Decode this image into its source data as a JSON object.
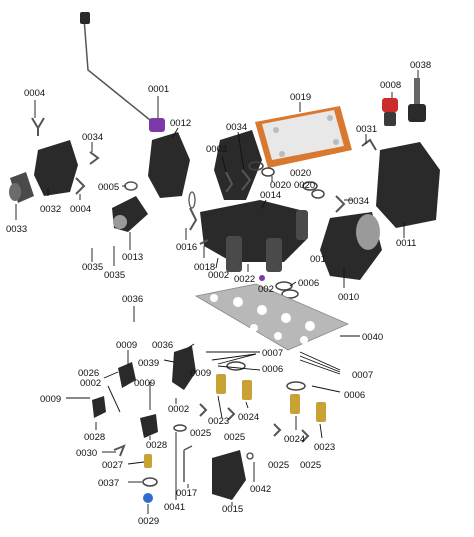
{
  "diagram": {
    "labels": [
      {
        "id": "p0004_top",
        "text": "0004"
      },
      {
        "id": "p0001",
        "text": "0001"
      },
      {
        "id": "p0012",
        "text": "0012"
      },
      {
        "id": "p0034_left",
        "text": "0034"
      },
      {
        "id": "p0005",
        "text": "0005"
      },
      {
        "id": "p0032",
        "text": "0032"
      },
      {
        "id": "p0004_mid",
        "text": "0004"
      },
      {
        "id": "p0033",
        "text": "0033"
      },
      {
        "id": "p0013",
        "text": "0013"
      },
      {
        "id": "p0035_a",
        "text": "0035"
      },
      {
        "id": "p0035_b",
        "text": "0035"
      },
      {
        "id": "p0003",
        "text": "0003"
      },
      {
        "id": "p0034_mid",
        "text": "0034"
      },
      {
        "id": "p0016",
        "text": "0016"
      },
      {
        "id": "p0018",
        "text": "0018"
      },
      {
        "id": "p0002_top",
        "text": "0002"
      },
      {
        "id": "p0014",
        "text": "0014"
      },
      {
        "id": "p0022",
        "text": "0022"
      },
      {
        "id": "p002_trunc",
        "text": "002"
      },
      {
        "id": "p0019",
        "text": "0019"
      },
      {
        "id": "p0020_a",
        "text": "0020"
      },
      {
        "id": "p0020_b",
        "text": "0020"
      },
      {
        "id": "p0020_c",
        "text": "0020"
      },
      {
        "id": "p0031",
        "text": "0031"
      },
      {
        "id": "p0008",
        "text": "0008"
      },
      {
        "id": "p0038",
        "text": "0038"
      },
      {
        "id": "p0034_right",
        "text": "0034"
      },
      {
        "id": "p0011",
        "text": "0011"
      },
      {
        "id": "p001_trunc",
        "text": "001"
      },
      {
        "id": "p0006_top",
        "text": "0006"
      },
      {
        "id": "p0010",
        "text": "0010"
      },
      {
        "id": "p0040",
        "text": "0040"
      },
      {
        "id": "p0036_top",
        "text": "0036"
      },
      {
        "id": "p0036_mid",
        "text": "0036"
      },
      {
        "id": "p0009_a",
        "text": "0009"
      },
      {
        "id": "p0039",
        "text": "0039"
      },
      {
        "id": "p0026",
        "text": "0026"
      },
      {
        "id": "p0002_mid",
        "text": "0002"
      },
      {
        "id": "p0009_b",
        "text": "0009"
      },
      {
        "id": "p0009_left",
        "text": "0009"
      },
      {
        "id": "p0028_a",
        "text": "0028"
      },
      {
        "id": "p0028_b",
        "text": "0028"
      },
      {
        "id": "p0002_low",
        "text": "0002"
      },
      {
        "id": "p0030",
        "text": "0030"
      },
      {
        "id": "p0027",
        "text": "0027"
      },
      {
        "id": "p0037",
        "text": "0037"
      },
      {
        "id": "p0029",
        "text": "0029"
      },
      {
        "id": "p0041",
        "text": "0041"
      },
      {
        "id": "p0017",
        "text": "0017"
      },
      {
        "id": "p0015",
        "text": "0015"
      },
      {
        "id": "p0042",
        "text": "0042"
      },
      {
        "id": "p0007_a",
        "text": "0007"
      },
      {
        "id": "p0007_b",
        "text": "0007"
      },
      {
        "id": "p0006_mid",
        "text": "0006"
      },
      {
        "id": "p0006_right",
        "text": "0006"
      },
      {
        "id": "p0009_c",
        "text": "0009"
      },
      {
        "id": "p0023_a",
        "text": "0023"
      },
      {
        "id": "p0024_a",
        "text": "0024"
      },
      {
        "id": "p0025_a",
        "text": "0025"
      },
      {
        "id": "p0025_b",
        "text": "0025"
      },
      {
        "id": "p0024_b",
        "text": "0024"
      },
      {
        "id": "p0023_b",
        "text": "0023"
      },
      {
        "id": "p0025_c",
        "text": "0025"
      },
      {
        "id": "p0025_d",
        "text": "0025"
      }
    ],
    "colors": {
      "label": "#111111",
      "part_dark": "#2a2a2a",
      "heat_exchanger": "#d9792f",
      "heat_exchanger_plate": "#e8e8e8",
      "knob_purple": "#7b3aa8",
      "valve_red": "#cc2b2b",
      "fitting_brass": "#c9a235",
      "fitting_blue": "#2f6bd1",
      "gasket_plate": "#b8b8b8"
    }
  }
}
